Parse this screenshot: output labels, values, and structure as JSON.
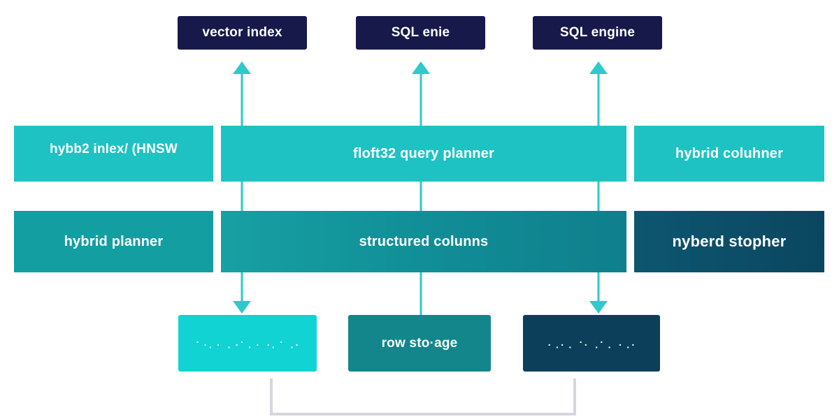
{
  "top_boxes": {
    "left": "vector index",
    "middle": "SQL enie",
    "right": "SQL engine"
  },
  "row1": {
    "left": "hybb2 inlex/ (HNSW",
    "middle": "floft32 query planner",
    "right": "hybrid coluhner"
  },
  "row2": {
    "left": "hybrid planner",
    "middle": "structured colunns",
    "right": "nyberd stopher"
  },
  "storage": {
    "left_glyph": "⠐⠠⡀⠄⢀⠠⠂⡀⠄⠠⡀⠂⢀⠄",
    "middle": "row sto·age",
    "right_glyph": "⠠⢀⠄⡀⠐⠄⢀⠂⡀⠠⢀⠄"
  },
  "colors": {
    "navy": "#17194a",
    "teal_light": "#1fc2c2",
    "teal_mid": "#139ea2",
    "teal_dark": "#0b4660",
    "arrow": "#2ec9cc",
    "connector": "#d4d8dc"
  }
}
